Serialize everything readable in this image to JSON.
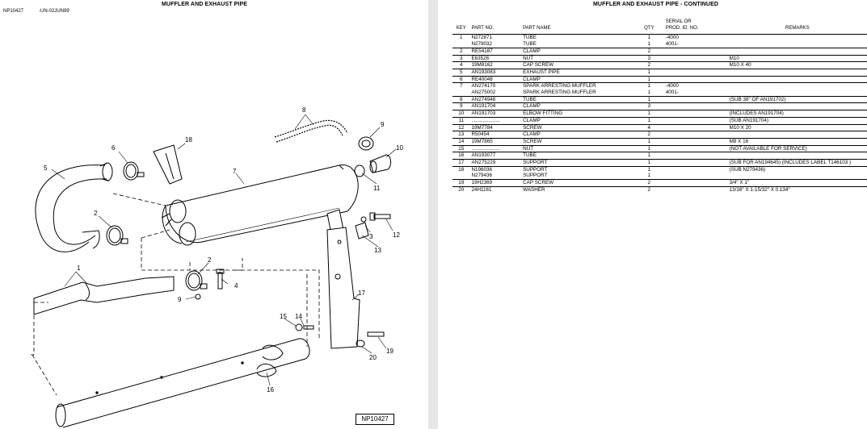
{
  "left_page": {
    "title": "MUFFLER AND EXHAUST PIPE",
    "page_ref": "NP10427",
    "date_code": "-UN-02JUN99",
    "figure_stamp": "NP10427",
    "callouts": [
      "1",
      "2",
      "2",
      "3",
      "4",
      "5",
      "6",
      "7",
      "8",
      "9",
      "9",
      "10",
      "11",
      "12",
      "13",
      "14",
      "15",
      "16",
      "17",
      "18",
      "19",
      "20"
    ]
  },
  "right_page": {
    "title": "MUFFLER AND EXHAUST PIPE - CONTINUED",
    "headers": {
      "key": "KEY",
      "part_no": "PART NO.",
      "part_name": "PART NAME",
      "qty": "QTY",
      "serial_line1": "SERIAL OR",
      "serial_line2": "PROD. ID. NO.",
      "remarks": "REMARKS"
    },
    "rows": [
      {
        "key": "1",
        "part_no": "N272871",
        "name": "TUBE",
        "qty": "1",
        "serial": "-4000",
        "remarks": "",
        "group_start": true
      },
      {
        "key": "",
        "part_no": "N279032",
        "name": "TUBE",
        "qty": "1",
        "serial": "4001-",
        "remarks": "",
        "group_start": false
      },
      {
        "key": "2",
        "part_no": "RE54187",
        "name": "CLAMP",
        "qty": "2",
        "serial": "",
        "remarks": "",
        "group_start": true
      },
      {
        "key": "3",
        "part_no": "E63526",
        "name": "NUT",
        "qty": "3",
        "serial": "",
        "remarks": "M10",
        "group_start": true
      },
      {
        "key": "4",
        "part_no": "19M8162",
        "name": "CAP SCREW",
        "qty": "2",
        "serial": "",
        "remarks": "M10 X 40",
        "group_start": true
      },
      {
        "key": "5",
        "part_no": "AN193083",
        "name": "EXHAUST PIPE",
        "qty": "1",
        "serial": "",
        "remarks": "",
        "group_start": true
      },
      {
        "key": "6",
        "part_no": "RE40048",
        "name": "CLAMP",
        "qty": "1",
        "serial": "",
        "remarks": "",
        "group_start": true
      },
      {
        "key": "7",
        "part_no": "AN274170",
        "name": "SPARK ARRESTING MUFFLER",
        "qty": "1",
        "serial": "-4000",
        "remarks": "",
        "group_start": true
      },
      {
        "key": "",
        "part_no": "AN275002",
        "name": "SPARK ARRESTING MUFFLER",
        "qty": "1",
        "serial": "4001-",
        "remarks": "",
        "group_start": false
      },
      {
        "key": "8",
        "part_no": "AN274948",
        "name": "TUBE",
        "qty": "1",
        "serial": "",
        "remarks": "(SUB 38\" OF AN191702)",
        "group_start": true
      },
      {
        "key": "9",
        "part_no": "AN191704",
        "name": "CLAMP",
        "qty": "3",
        "serial": "",
        "remarks": "",
        "group_start": true
      },
      {
        "key": "10",
        "part_no": "AN191703",
        "name": "ELBOW FITTING",
        "qty": "1",
        "serial": "",
        "remarks": "(INCLUDES AN191704)",
        "group_start": true
      },
      {
        "key": "11",
        "part_no": "....................",
        "name": "CLAMP",
        "qty": "1",
        "serial": "",
        "remarks": "(SUB AN191704)",
        "group_start": true
      },
      {
        "key": "12",
        "part_no": "19M7784",
        "name": "SCREW",
        "qty": "4",
        "serial": "",
        "remarks": "M10 X 20",
        "group_start": true
      },
      {
        "key": "13",
        "part_no": "R50454",
        "name": "CLAMP",
        "qty": "2",
        "serial": "",
        "remarks": "",
        "group_start": true
      },
      {
        "key": "14",
        "part_no": "19M7865",
        "name": "SCREW",
        "qty": "1",
        "serial": "",
        "remarks": "M8 X 16",
        "group_start": true
      },
      {
        "key": "15",
        "part_no": "....................",
        "name": "NUT",
        "qty": "1",
        "serial": "",
        "remarks": "(NOT AVAILABLE FOR SERVICE)",
        "group_start": true
      },
      {
        "key": "16",
        "part_no": "AN193077",
        "name": "TUBE",
        "qty": "1",
        "serial": "",
        "remarks": "",
        "group_start": true
      },
      {
        "key": "17",
        "part_no": "AN275229",
        "name": "SUPPORT",
        "qty": "1",
        "serial": "",
        "remarks": "(SUB FOR AN194645) (INCLUDES LABEL T146103 )",
        "group_start": true
      },
      {
        "key": "18",
        "part_no": "N196036",
        "name": "SUPPORT",
        "qty": "1",
        "serial": "",
        "remarks": "(SUB N279436)",
        "group_start": true
      },
      {
        "key": "",
        "part_no": "N279436",
        "name": "SUPPORT",
        "qty": "1",
        "serial": "",
        "remarks": "",
        "group_start": false
      },
      {
        "key": "19",
        "part_no": "19H2369",
        "name": "CAP SCREW",
        "qty": "2",
        "serial": "",
        "remarks": "3/4\" X 1\"",
        "group_start": true
      },
      {
        "key": "20",
        "part_no": "24H1161",
        "name": "WASHER",
        "qty": "2",
        "serial": "",
        "remarks": "13/16\" X 1-15/32\" X 0.134\"",
        "group_start": true
      }
    ]
  }
}
